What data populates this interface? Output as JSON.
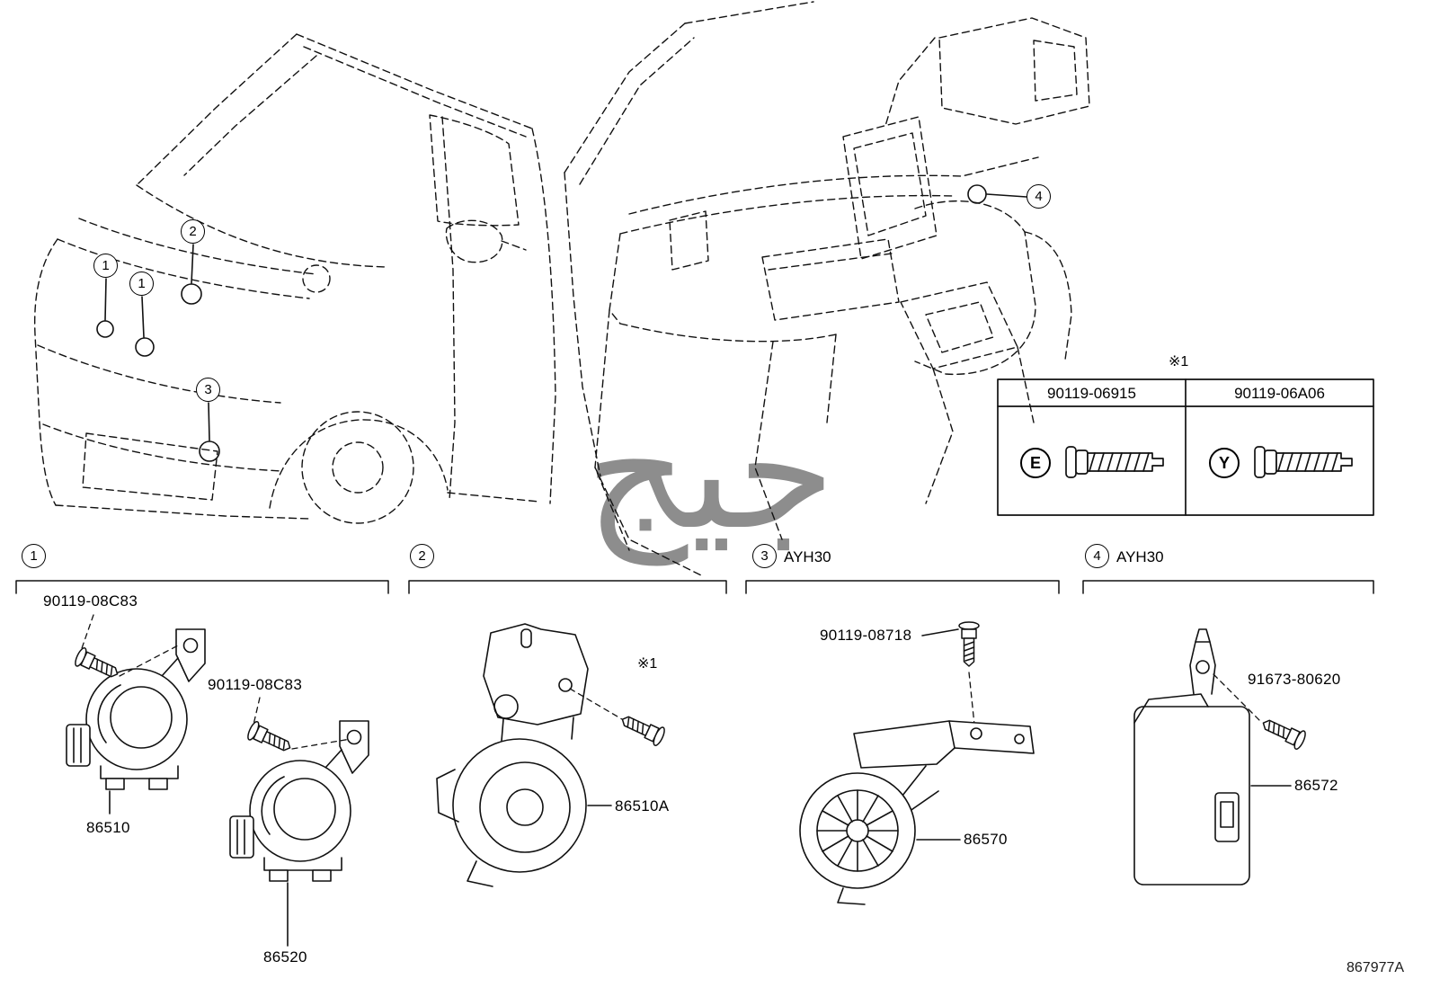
{
  "diagram": {
    "drawing_id": "867977A",
    "watermark": "جيج",
    "note_ref_table": "※1",
    "note_ref_horn": "※1"
  },
  "fastener_table": {
    "col1": {
      "part_number": "90119-06915",
      "letter": "E"
    },
    "col2": {
      "part_number": "90119-06A06",
      "letter": "Y"
    }
  },
  "vehicle_callouts": {
    "c1a": "1",
    "c1b": "1",
    "c2": "2",
    "c3": "3",
    "c4": "4"
  },
  "sections": {
    "s1": {
      "number": "1",
      "bolt_a": "90119-08C83",
      "bolt_b": "90119-08C83",
      "horn_low": "86510",
      "horn_high": "86520"
    },
    "s2": {
      "number": "2",
      "horn": "86510A"
    },
    "s3": {
      "number": "3",
      "model_code": "AYH30",
      "bolt": "90119-08718",
      "security_horn": "86570"
    },
    "s4": {
      "number": "4",
      "model_code": "AYH30",
      "bolt": "91673-80620",
      "controller": "86572"
    }
  }
}
